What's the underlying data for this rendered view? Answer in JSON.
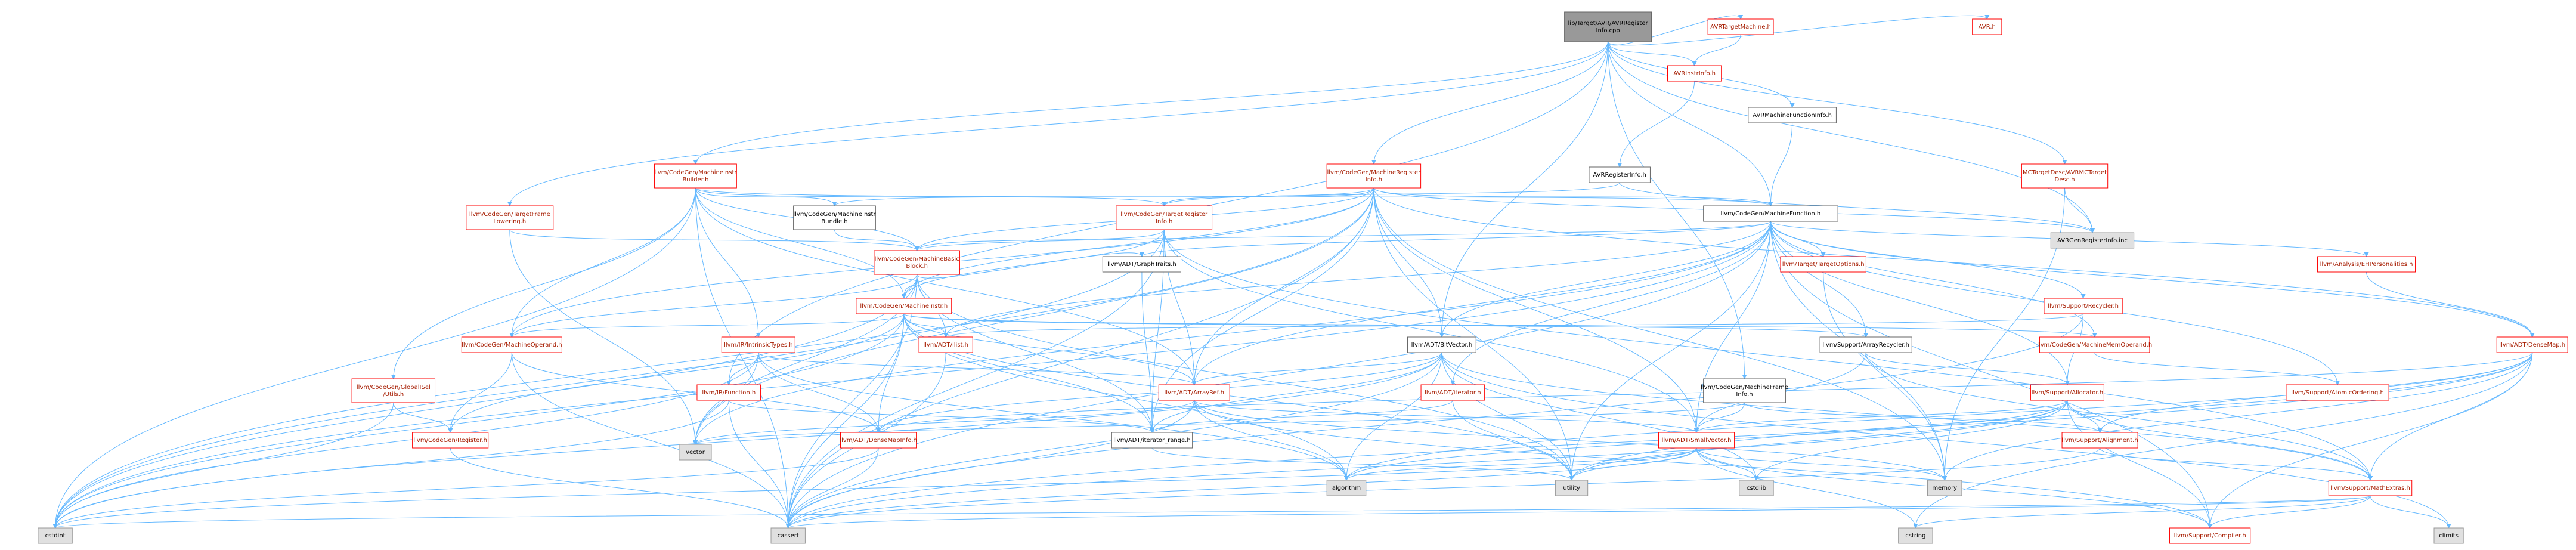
{
  "graph": {
    "colors": {
      "edge": "#63b8ff",
      "edge_red": "#d62728",
      "root_fill": "#999999",
      "root_border": "#666666",
      "node_border_red": "#ff0000",
      "node_border_black": "#666666",
      "node_fill": "#ffffff",
      "system_fill": "#e0e0e0",
      "system_border": "#999999",
      "text_red": "#a61c00",
      "text_black": "#000000"
    },
    "nodes": [
      {
        "id": "root",
        "lines": [
          "lib/Target/AVR/AVRRegister",
          "Info.cpp"
        ],
        "kind": "root"
      },
      {
        "id": "avrtargetmachine",
        "lines": [
          "AVRTargetMachine.h"
        ],
        "kind": "red"
      },
      {
        "id": "avrh",
        "lines": [
          "AVR.h"
        ],
        "kind": "red"
      },
      {
        "id": "avrinstrinfo",
        "lines": [
          "AVRInstrInfo.h"
        ],
        "kind": "red"
      },
      {
        "id": "avrmfi",
        "lines": [
          "AVRMachineFunctionInfo.h"
        ],
        "kind": "black"
      },
      {
        "id": "mctargetdesc",
        "lines": [
          "MCTargetDesc/AVRMCTarget",
          "Desc.h"
        ],
        "kind": "red"
      },
      {
        "id": "avrreginfo",
        "lines": [
          "AVRRegisterInfo.h"
        ],
        "kind": "black"
      },
      {
        "id": "avrgenreginfo",
        "lines": [
          "AVRGenRegisterInfo.inc"
        ],
        "kind": "system"
      },
      {
        "id": "mib",
        "lines": [
          "llvm/CodeGen/MachineInstr",
          "Builder.h"
        ],
        "kind": "red"
      },
      {
        "id": "mri",
        "lines": [
          "llvm/CodeGen/MachineRegister",
          "Info.h"
        ],
        "kind": "red"
      },
      {
        "id": "mf",
        "lines": [
          "llvm/CodeGen/MachineFunction.h"
        ],
        "kind": "black"
      },
      {
        "id": "tfl",
        "lines": [
          "llvm/CodeGen/TargetFrame",
          "Lowering.h"
        ],
        "kind": "red"
      },
      {
        "id": "mibundle",
        "lines": [
          "llvm/CodeGen/MachineInstr",
          "Bundle.h"
        ],
        "kind": "black"
      },
      {
        "id": "tri",
        "lines": [
          "llvm/CodeGen/TargetRegister",
          "Info.h"
        ],
        "kind": "red"
      },
      {
        "id": "mbb",
        "lines": [
          "llvm/CodeGen/MachineBasic",
          "Block.h"
        ],
        "kind": "red"
      },
      {
        "id": "graphtraits",
        "lines": [
          "llvm/ADT/GraphTraits.h"
        ],
        "kind": "black"
      },
      {
        "id": "targetoptions",
        "lines": [
          "llvm/Target/TargetOptions.h"
        ],
        "kind": "red"
      },
      {
        "id": "ehpers",
        "lines": [
          "llvm/Analysis/EHPersonalities.h"
        ],
        "kind": "red"
      },
      {
        "id": "mi",
        "lines": [
          "llvm/CodeGen/MachineInstr.h"
        ],
        "kind": "red"
      },
      {
        "id": "recycler",
        "lines": [
          "llvm/Support/Recycler.h"
        ],
        "kind": "red"
      },
      {
        "id": "mo",
        "lines": [
          "llvm/CodeGen/MachineOperand.h"
        ],
        "kind": "red"
      },
      {
        "id": "intrinsics",
        "lines": [
          "llvm/IR/IntrinsicTypes.h"
        ],
        "kind": "red"
      },
      {
        "id": "ilist",
        "lines": [
          "llvm/ADT/ilist.h"
        ],
        "kind": "red"
      },
      {
        "id": "bitvector",
        "lines": [
          "llvm/ADT/BitVector.h"
        ],
        "kind": "black"
      },
      {
        "id": "arrayrecycler",
        "lines": [
          "llvm/Support/ArrayRecycler.h"
        ],
        "kind": "black"
      },
      {
        "id": "mmo",
        "lines": [
          "llvm/CodeGen/MachineMemOperand.h"
        ],
        "kind": "red"
      },
      {
        "id": "densemap",
        "lines": [
          "llvm/ADT/DenseMap.h"
        ],
        "kind": "red"
      },
      {
        "id": "globalisel",
        "lines": [
          "llvm/CodeGen/GlobalISel",
          "/Utils.h"
        ],
        "kind": "red"
      },
      {
        "id": "irfunction",
        "lines": [
          "llvm/IR/Function.h"
        ],
        "kind": "red"
      },
      {
        "id": "arrayref",
        "lines": [
          "llvm/ADT/ArrayRef.h"
        ],
        "kind": "red"
      },
      {
        "id": "iterator",
        "lines": [
          "llvm/ADT/iterator.h"
        ],
        "kind": "red"
      },
      {
        "id": "mfi",
        "lines": [
          "llvm/CodeGen/MachineFrame",
          "Info.h"
        ],
        "kind": "black"
      },
      {
        "id": "allocator",
        "lines": [
          "llvm/Support/Allocator.h"
        ],
        "kind": "red"
      },
      {
        "id": "atomicordering",
        "lines": [
          "llvm/Support/AtomicOrdering.h"
        ],
        "kind": "red"
      },
      {
        "id": "register",
        "lines": [
          "llvm/CodeGen/Register.h"
        ],
        "kind": "red"
      },
      {
        "id": "densemapinfo",
        "lines": [
          "llvm/ADT/DenseMapInfo.h"
        ],
        "kind": "red"
      },
      {
        "id": "iterrange",
        "lines": [
          "llvm/ADT/iterator_range.h"
        ],
        "kind": "black"
      },
      {
        "id": "smallvector",
        "lines": [
          "llvm/ADT/SmallVector.h"
        ],
        "kind": "red"
      },
      {
        "id": "alignment",
        "lines": [
          "llvm/Support/Alignment.h"
        ],
        "kind": "red"
      },
      {
        "id": "vector",
        "lines": [
          "vector"
        ],
        "kind": "system"
      },
      {
        "id": "algorithm",
        "lines": [
          "algorithm"
        ],
        "kind": "system"
      },
      {
        "id": "utility",
        "lines": [
          "utility"
        ],
        "kind": "system"
      },
      {
        "id": "cstdlib",
        "lines": [
          "cstdlib"
        ],
        "kind": "system"
      },
      {
        "id": "memory",
        "lines": [
          "memory"
        ],
        "kind": "system"
      },
      {
        "id": "mathextras",
        "lines": [
          "llvm/Support/MathExtras.h"
        ],
        "kind": "red"
      },
      {
        "id": "cstdint",
        "lines": [
          "cstdint"
        ],
        "kind": "system"
      },
      {
        "id": "cassert",
        "lines": [
          "cassert"
        ],
        "kind": "system"
      },
      {
        "id": "cstring",
        "lines": [
          "cstring"
        ],
        "kind": "system"
      },
      {
        "id": "compiler",
        "lines": [
          "llvm/Support/Compiler.h"
        ],
        "kind": "red"
      },
      {
        "id": "climits",
        "lines": [
          "climits"
        ],
        "kind": "system"
      }
    ],
    "edges": [
      [
        "root",
        "avrtargetmachine"
      ],
      [
        "root",
        "avrh"
      ],
      [
        "root",
        "avrinstrinfo"
      ],
      [
        "root",
        "avrmfi"
      ],
      [
        "root",
        "mctargetdesc"
      ],
      [
        "root",
        "avrgenreginfo"
      ],
      [
        "root",
        "mib"
      ],
      [
        "root",
        "mri"
      ],
      [
        "root",
        "mf"
      ],
      [
        "root",
        "tfl"
      ],
      [
        "root",
        "bitvector"
      ],
      [
        "root",
        "irfunction"
      ],
      [
        "root",
        "mfi"
      ],
      [
        "avrtargetmachine",
        "avrinstrinfo"
      ],
      [
        "avrinstrinfo",
        "avrreginfo"
      ],
      [
        "avrreginfo",
        "avrgenreginfo"
      ],
      [
        "avrreginfo",
        "tri"
      ],
      [
        "avrmfi",
        "mf"
      ],
      [
        "mctargetdesc",
        "avrgenreginfo"
      ],
      [
        "mctargetdesc",
        "memory"
      ],
      [
        "mib",
        "mf"
      ],
      [
        "mib",
        "mibundle"
      ],
      [
        "mib",
        "mbb"
      ],
      [
        "mib",
        "mi"
      ],
      [
        "mib",
        "mo"
      ],
      [
        "mib",
        "arrayref"
      ],
      [
        "mib",
        "globalisel"
      ],
      [
        "mib",
        "intrinsics"
      ],
      [
        "mib",
        "cstdint"
      ],
      [
        "mib",
        "tri"
      ],
      [
        "mib",
        "cassert"
      ],
      [
        "mri",
        "mf"
      ],
      [
        "mri",
        "tri"
      ],
      [
        "mri",
        "mbb"
      ],
      [
        "mri",
        "mi"
      ],
      [
        "mri",
        "mo"
      ],
      [
        "mri",
        "bitvector"
      ],
      [
        "mri",
        "arrayref"
      ],
      [
        "mri",
        "iterrange"
      ],
      [
        "mri",
        "smallvector"
      ],
      [
        "mri",
        "vector"
      ],
      [
        "mri",
        "utility"
      ],
      [
        "mri",
        "memory"
      ],
      [
        "mri",
        "cassert"
      ],
      [
        "mri",
        "cstdint"
      ],
      [
        "mri",
        "mibundle"
      ],
      [
        "mri",
        "densemap"
      ],
      [
        "mri",
        "avrgenreginfo"
      ],
      [
        "mf",
        "mbb"
      ],
      [
        "mf",
        "mmo"
      ],
      [
        "mf",
        "bitvector"
      ],
      [
        "mf",
        "ilist"
      ],
      [
        "mf",
        "arrayrecycler"
      ],
      [
        "mf",
        "recycler"
      ],
      [
        "mf",
        "allocator"
      ],
      [
        "mf",
        "smallvector"
      ],
      [
        "mf",
        "densemap"
      ],
      [
        "mf",
        "graphtraits"
      ],
      [
        "mf",
        "ehpers"
      ],
      [
        "mf",
        "targetoptions"
      ],
      [
        "mf",
        "iterator"
      ],
      [
        "mf",
        "atomicordering"
      ],
      [
        "mf",
        "arrayref"
      ],
      [
        "mf",
        "compiler"
      ],
      [
        "mf",
        "utility"
      ],
      [
        "mf",
        "memory"
      ],
      [
        "mf",
        "cassert"
      ],
      [
        "mf",
        "cstdint"
      ],
      [
        "mf",
        "vector"
      ],
      [
        "tfl",
        "mbb"
      ],
      [
        "tfl",
        "vector"
      ],
      [
        "mibundle",
        "mbb"
      ],
      [
        "tri",
        "mbb"
      ],
      [
        "tri",
        "arrayref"
      ],
      [
        "tri",
        "smallvector"
      ],
      [
        "tri",
        "iterrange"
      ],
      [
        "tri",
        "mathextras"
      ],
      [
        "tri",
        "cassert"
      ],
      [
        "tri",
        "cstdint"
      ],
      [
        "tri",
        "mi"
      ],
      [
        "mbb",
        "mi"
      ],
      [
        "mbb",
        "graphtraits"
      ],
      [
        "mbb",
        "ilist"
      ],
      [
        "mbb",
        "iterrange"
      ],
      [
        "mbb",
        "cassert"
      ],
      [
        "mbb",
        "cstdint"
      ],
      [
        "mbb",
        "vector"
      ],
      [
        "mbb",
        "mo"
      ],
      [
        "mbb",
        "utility"
      ],
      [
        "graphtraits",
        "iterrange"
      ],
      [
        "targetoptions",
        "memory"
      ],
      [
        "ehpers",
        "densemap"
      ],
      [
        "mi",
        "mo"
      ],
      [
        "mi",
        "ilist"
      ],
      [
        "mi",
        "arrayrecycler"
      ],
      [
        "mi",
        "arrayref"
      ],
      [
        "mi",
        "iterrange"
      ],
      [
        "mi",
        "densemapinfo"
      ],
      [
        "mi",
        "cstdint"
      ],
      [
        "mi",
        "utility"
      ],
      [
        "mi",
        "algorithm"
      ],
      [
        "mi",
        "cassert"
      ],
      [
        "mi",
        "register"
      ],
      [
        "mi",
        "mmo"
      ],
      [
        "recycler",
        "ilist"
      ],
      [
        "recycler",
        "allocator"
      ],
      [
        "recycler",
        "cassert"
      ],
      [
        "mo",
        "register"
      ],
      [
        "mo",
        "cassert"
      ],
      [
        "mo",
        "densemapinfo"
      ],
      [
        "intrinsics",
        "arrayref"
      ],
      [
        "intrinsics",
        "irfunction"
      ],
      [
        "intrinsics",
        "vector"
      ],
      [
        "intrinsics",
        "cstdint"
      ],
      [
        "intrinsics",
        "densemapinfo"
      ],
      [
        "intrinsics",
        "algorithm"
      ],
      [
        "ilist",
        "cassert"
      ],
      [
        "bitvector",
        "arrayref"
      ],
      [
        "bitvector",
        "densemapinfo"
      ],
      [
        "bitvector",
        "iterrange"
      ],
      [
        "bitvector",
        "mathextras"
      ],
      [
        "bitvector",
        "algorithm"
      ],
      [
        "bitvector",
        "cassert"
      ],
      [
        "bitvector",
        "climits"
      ],
      [
        "bitvector",
        "cstdint"
      ],
      [
        "bitvector",
        "cstdlib"
      ],
      [
        "bitvector",
        "utility"
      ],
      [
        "arrayrecycler",
        "smallvector"
      ],
      [
        "arrayrecycler",
        "allocator"
      ],
      [
        "arrayrecycler",
        "mathextras"
      ],
      [
        "mmo",
        "atomicordering"
      ],
      [
        "densemap",
        "densemapinfo"
      ],
      [
        "densemap",
        "mathextras"
      ],
      [
        "densemap",
        "algorithm"
      ],
      [
        "densemap",
        "cassert"
      ],
      [
        "densemap",
        "cstring"
      ],
      [
        "densemap",
        "utility"
      ],
      [
        "densemap",
        "compiler"
      ],
      [
        "densemap",
        "memory"
      ],
      [
        "densemap",
        "alignment"
      ],
      [
        "globalisel",
        "register"
      ],
      [
        "globalisel",
        "cstdint"
      ],
      [
        "irfunction",
        "cstdint"
      ],
      [
        "irfunction",
        "cassert"
      ],
      [
        "irfunction",
        "iterrange"
      ],
      [
        "arrayref",
        "smallvector"
      ],
      [
        "arrayref",
        "compiler"
      ],
      [
        "arrayref",
        "algorithm"
      ],
      [
        "arrayref",
        "cassert"
      ],
      [
        "arrayref",
        "memory"
      ],
      [
        "arrayref",
        "vector"
      ],
      [
        "iterator",
        "iterrange"
      ],
      [
        "iterator",
        "utility"
      ],
      [
        "mfi",
        "smallvector"
      ],
      [
        "mfi",
        "alignment"
      ],
      [
        "mfi",
        "vector"
      ],
      [
        "allocator",
        "alignment"
      ],
      [
        "allocator",
        "mathextras"
      ],
      [
        "allocator",
        "smallvector"
      ],
      [
        "allocator",
        "algorithm"
      ],
      [
        "allocator",
        "cassert"
      ],
      [
        "allocator",
        "utility"
      ],
      [
        "allocator",
        "cstdlib"
      ],
      [
        "allocator",
        "compiler"
      ],
      [
        "register",
        "cassert"
      ],
      [
        "densemapinfo",
        "cassert"
      ],
      [
        "densemapinfo",
        "cstdint"
      ],
      [
        "iterrange",
        "utility"
      ],
      [
        "smallvector",
        "compiler"
      ],
      [
        "smallvector",
        "algorithm"
      ],
      [
        "smallvector",
        "cassert"
      ],
      [
        "smallvector",
        "cstdlib"
      ],
      [
        "smallvector",
        "cstring"
      ],
      [
        "smallvector",
        "memory"
      ],
      [
        "smallvector",
        "utility"
      ],
      [
        "smallvector",
        "cstdint"
      ],
      [
        "alignment",
        "mathextras"
      ],
      [
        "alignment",
        "cassert"
      ],
      [
        "mathextras",
        "compiler"
      ],
      [
        "mathextras",
        "cassert"
      ],
      [
        "mathextras",
        "climits"
      ],
      [
        "mathextras",
        "cstdint"
      ],
      [
        "mathextras",
        "cstring"
      ]
    ]
  }
}
